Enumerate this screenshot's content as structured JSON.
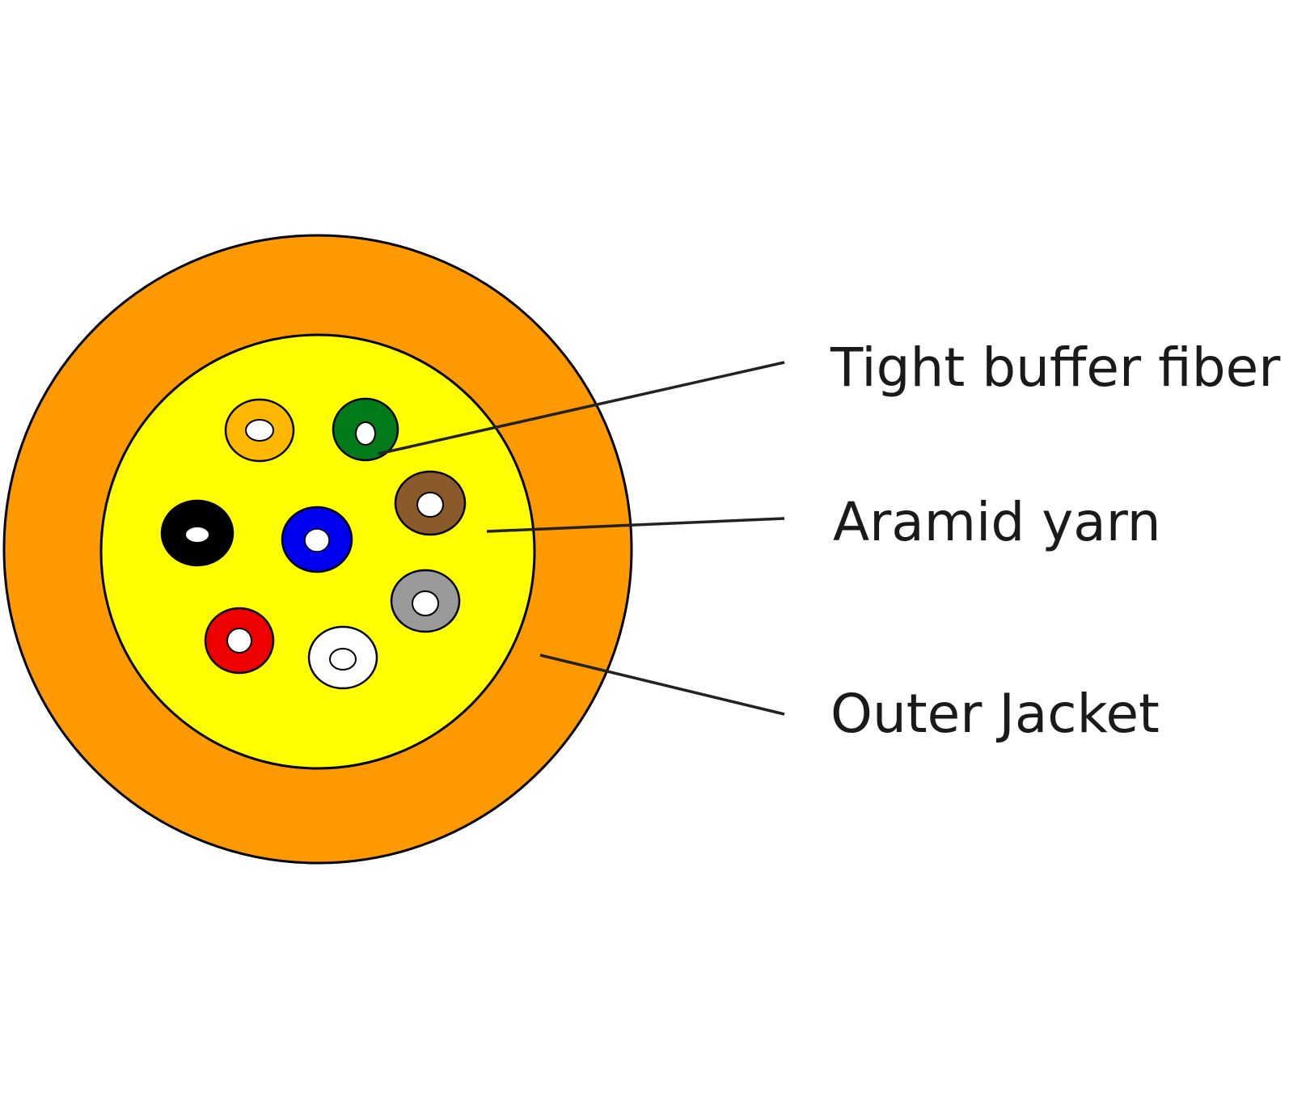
{
  "diagram": {
    "labels": {
      "tight_buffer": "Tight buffer fiber",
      "aramid": "Aramid yarn",
      "outer_jacket": "Outer Jacket"
    },
    "colors": {
      "outer_jacket": "#FF9900",
      "aramid_yarn": "#FFFF00",
      "outline": "#000000",
      "fiber_core": "#FFFFFF"
    },
    "fibers": [
      {
        "name": "fiber-orange",
        "color": "#FFB700"
      },
      {
        "name": "fiber-green",
        "color": "#007A1A"
      },
      {
        "name": "fiber-brown",
        "color": "#8B5A2B"
      },
      {
        "name": "fiber-black",
        "color": "#000000"
      },
      {
        "name": "fiber-blue",
        "color": "#0000EE"
      },
      {
        "name": "fiber-gray",
        "color": "#9A9A9A"
      },
      {
        "name": "fiber-red",
        "color": "#EE0000"
      },
      {
        "name": "fiber-white",
        "color": "#FFFFFF"
      }
    ]
  }
}
